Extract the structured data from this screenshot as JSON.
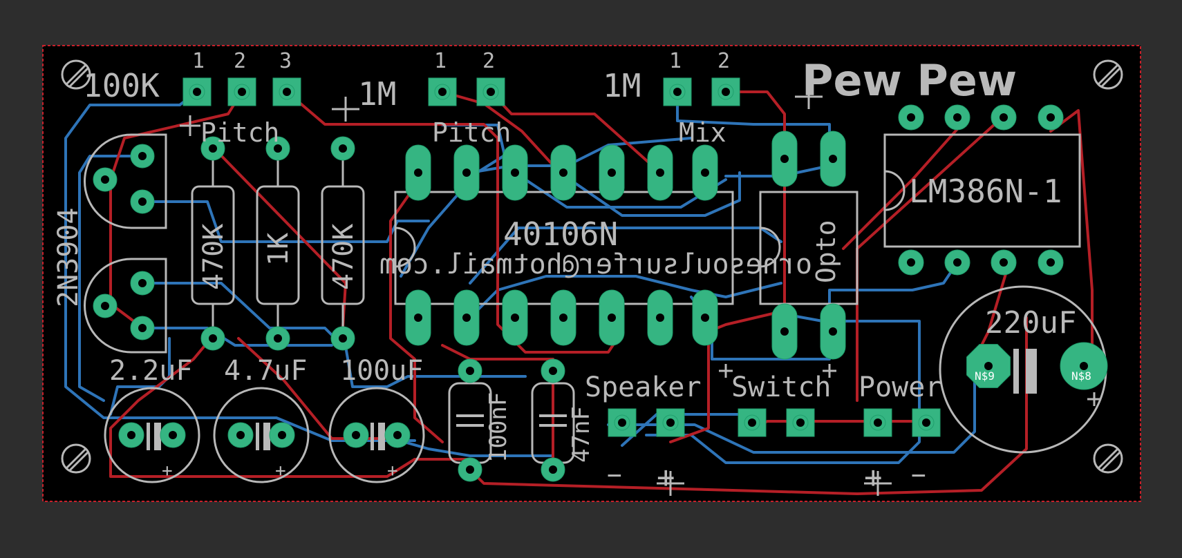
{
  "board": {
    "title": "Pew Pew",
    "colors": {
      "background": "#2d2d2d",
      "board": "#000000",
      "outline": "#c8202a",
      "pad": "#35b582",
      "silk": "#b9b9b9",
      "top_trace": "#b51f26",
      "bottom_trace": "#2e74b8"
    }
  },
  "labels": {
    "pot1_value": "100K",
    "pot2_value": "1M",
    "pot3_value": "1M",
    "pot1_name": "Pitch",
    "pot2_name": "Pitch",
    "pot3_name": "Mix",
    "pot_pin1": "1",
    "pot_pin2": "2",
    "pot_pin3": "3",
    "transistor": "2N3904",
    "r1": "470K",
    "r2": "1K",
    "r3": "470K",
    "ic1": "40106N",
    "mirrored_credit": "ornesoulsurfer@hotmail.com",
    "opto": "Opto",
    "ic2": "LM386N-1",
    "c1": "2.2uF",
    "c2": "4.7uF",
    "c3": "100uF",
    "c4": "100nF",
    "c5": "47nF",
    "c6": "220uF",
    "speaker": "Speaker",
    "switch": "Switch",
    "power": "Power",
    "minus": "−",
    "plus": "+",
    "n8_left": "N$9",
    "n8_right": "N$8"
  }
}
